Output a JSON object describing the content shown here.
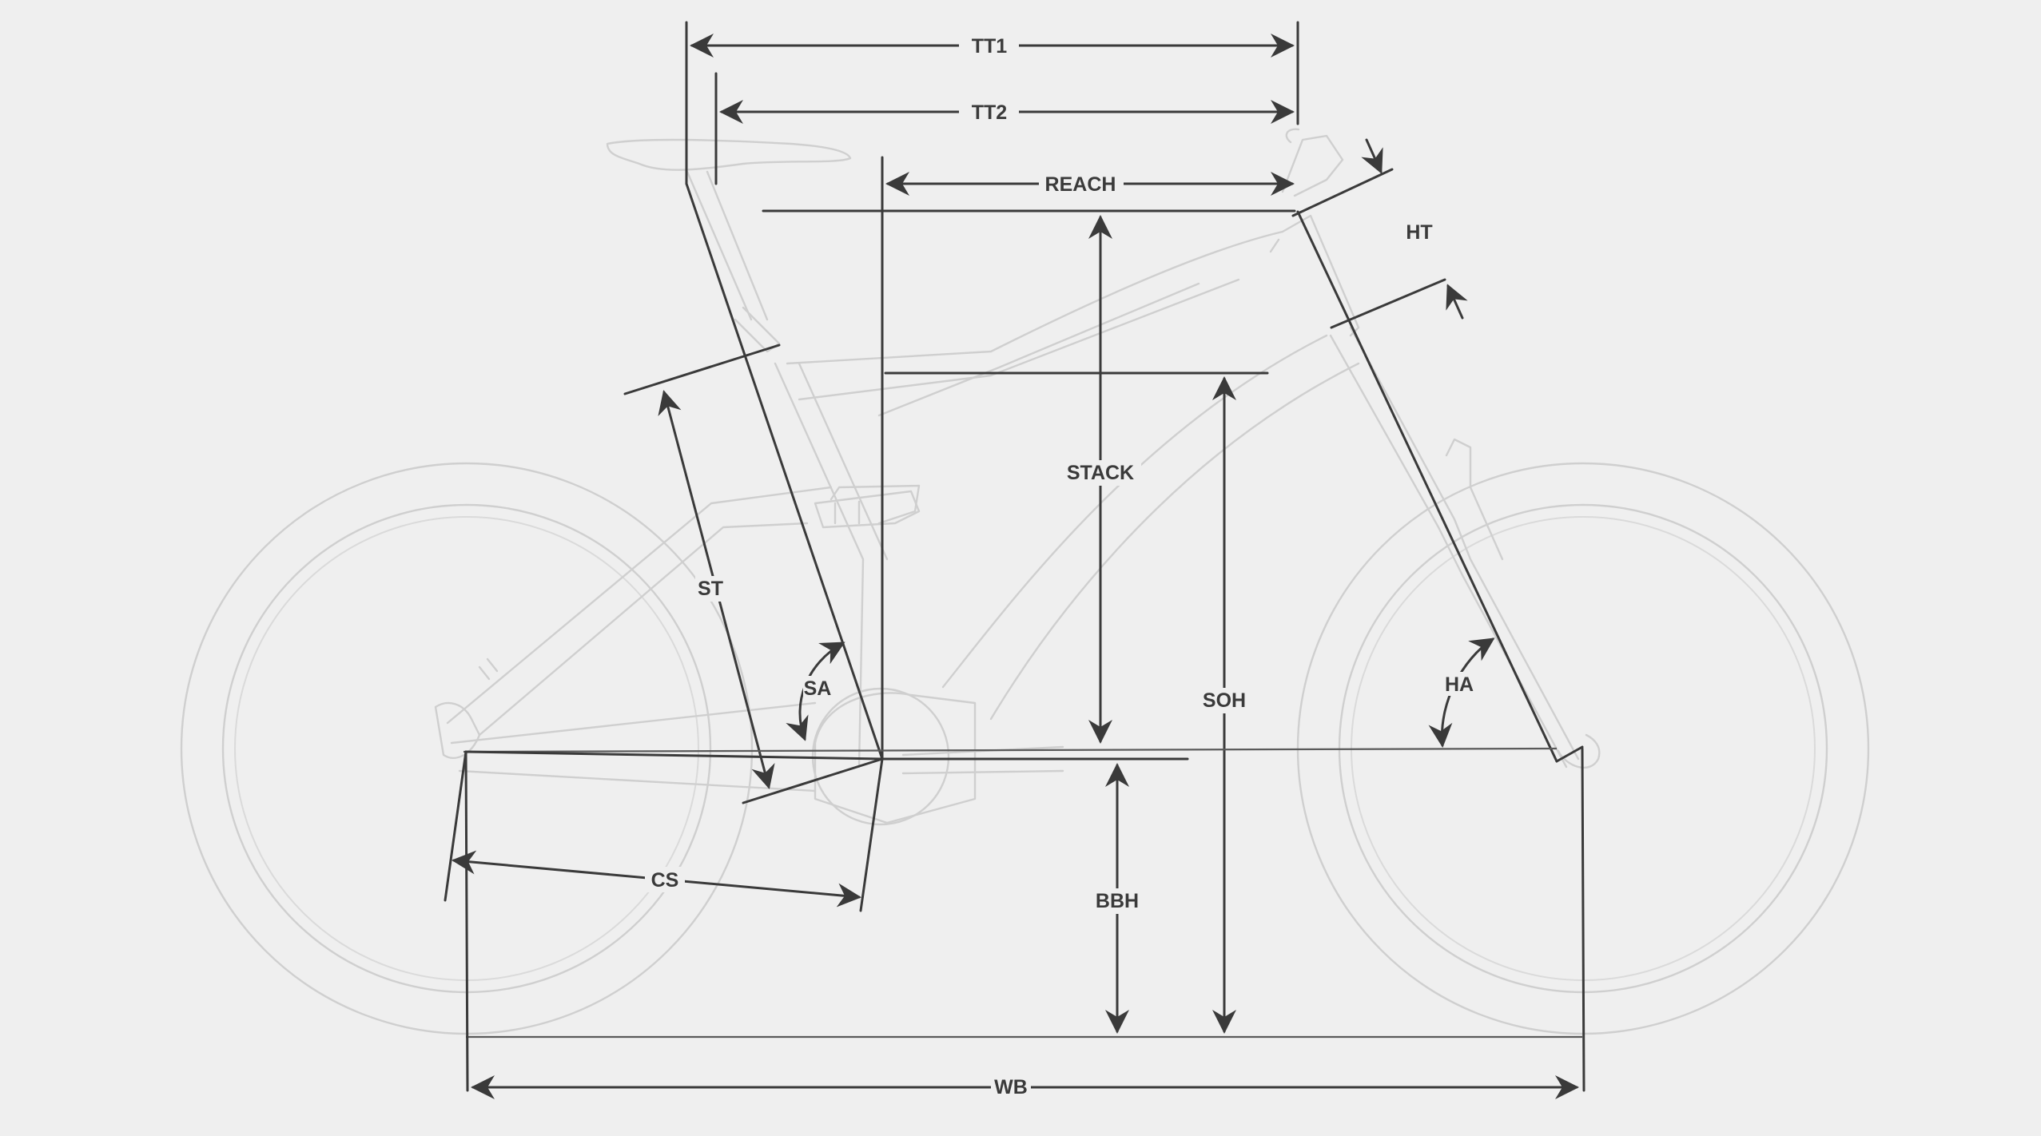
{
  "labels": {
    "tt1": "TT1",
    "tt2": "TT2",
    "reach": "REACH",
    "ht": "HT",
    "stack": "STACK",
    "st": "ST",
    "soh": "SOH",
    "sa": "SA",
    "ha": "HA",
    "cs": "CS",
    "bbh": "BBH",
    "wb": "WB"
  },
  "colors": {
    "background": "#efefef",
    "bike_outline": "#cfcfcf",
    "dimension_lines": "#3a3a3a"
  }
}
